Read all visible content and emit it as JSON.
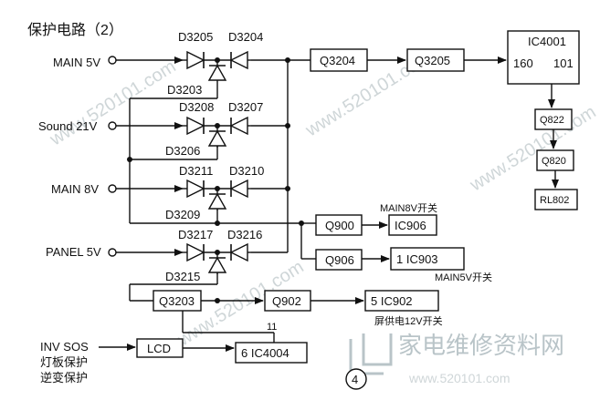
{
  "title": "保护电路（2）",
  "inputs": [
    "MAIN 5V",
    "Sound 21V",
    "MAIN 8V",
    "PANEL 5V"
  ],
  "inv_labels": [
    "INV SOS",
    "灯板保护",
    "逆变保护"
  ],
  "diodes": {
    "row1": [
      "D3205",
      "D3204",
      "D3203"
    ],
    "row2": [
      "D3208",
      "D3207",
      "D3206"
    ],
    "row3": [
      "D3211",
      "D3210",
      "D3209"
    ],
    "row4": [
      "D3217",
      "D3216",
      "D3215"
    ]
  },
  "blocks": {
    "q3204": "Q3204",
    "q3205": "Q3205",
    "ic4001": "IC4001",
    "ic4001_pin_in": "160",
    "ic4001_pin_out": "101",
    "q822": "Q822",
    "q820": "Q820",
    "rl802": "RL802",
    "q900": "Q900",
    "ic906": "IC906",
    "q906": "Q906",
    "ic903": "1 IC903",
    "q3203": "Q3203",
    "q902": "Q902",
    "ic902": "5 IC902",
    "lcd": "LCD",
    "ic4004": "6 IC4004"
  },
  "notes": {
    "main8v_switch": "MAIN8V开关",
    "main5v_switch": "MAIN5V开关",
    "screen_12v_switch": "屏供电12V开关",
    "pin11": "11",
    "page_mark": "4"
  },
  "watermark": {
    "brand": "家电维修资料网",
    "url": "www.520101.com"
  },
  "colors": {
    "ink": "#111111",
    "watermark": "#b9c4c8"
  }
}
